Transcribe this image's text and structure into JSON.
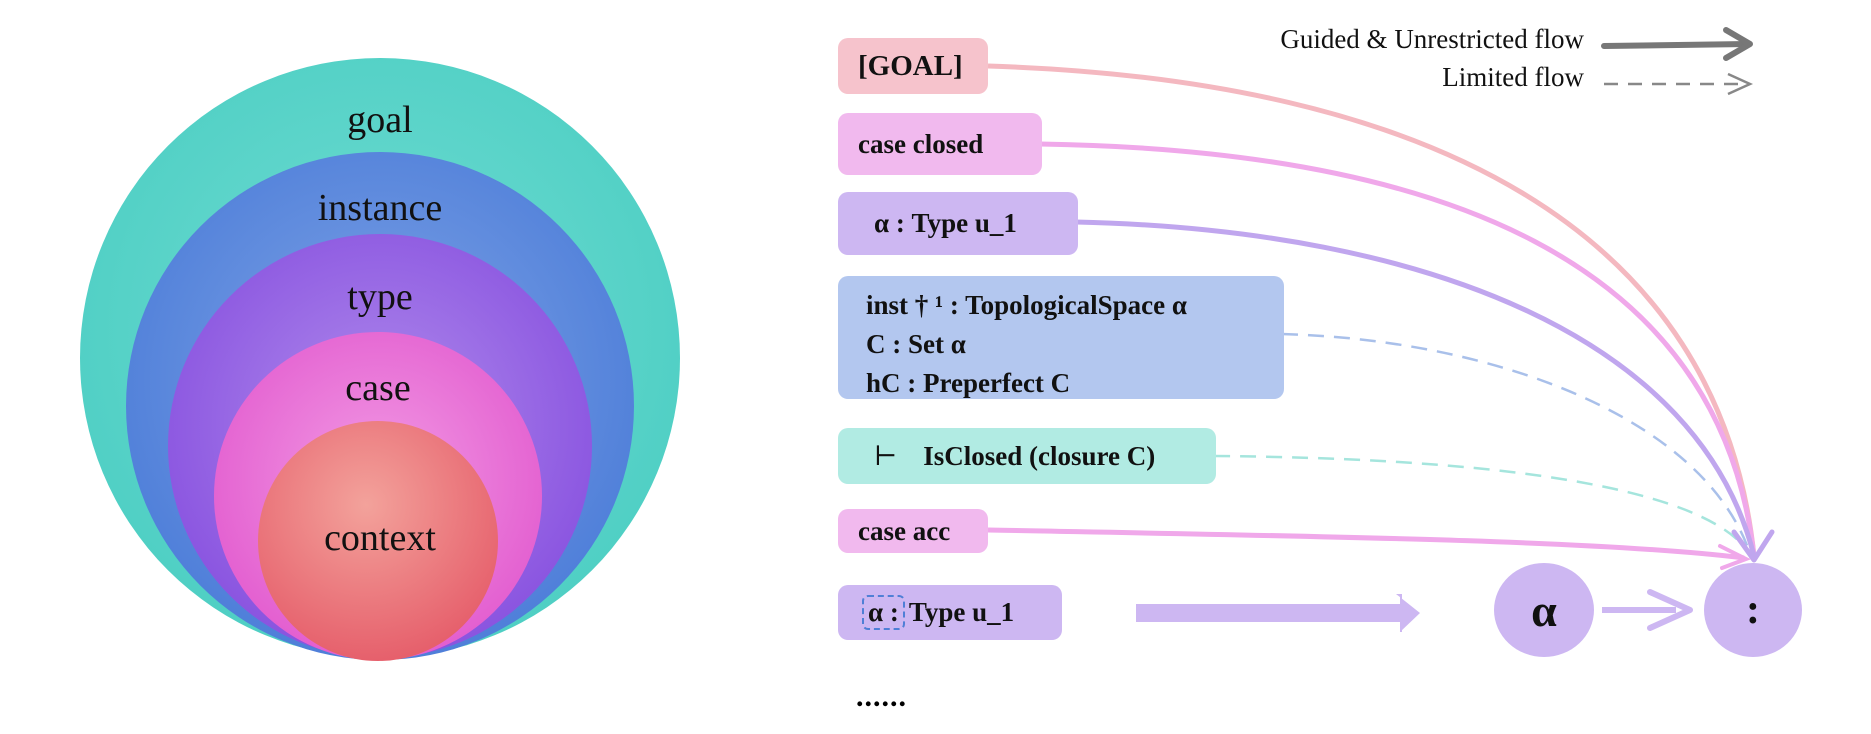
{
  "rings": [
    {
      "id": "goal",
      "label": "goal",
      "color_outer": "#4fcfc4",
      "color_inner": "#6fdcd2"
    },
    {
      "id": "instance",
      "label": "instance",
      "color_outer": "#4f7fd9",
      "color_inner": "#7fa3e6"
    },
    {
      "id": "type",
      "label": "type",
      "color_outer": "#8a54e0",
      "color_inner": "#b08cec"
    },
    {
      "id": "case",
      "label": "case",
      "color_outer": "#e35fd0",
      "color_inner": "#f29ae4"
    },
    {
      "id": "context",
      "label": "context",
      "color_outer": "#e6606c",
      "color_inner": "#f3a29b"
    }
  ],
  "boxes": {
    "goal": {
      "text": "[GOAL]",
      "color": "#f6c3cc"
    },
    "case_closed": {
      "text": "case closed",
      "color": "#f1b9ee"
    },
    "alpha_type": {
      "text": "α : Type u_1",
      "color": "#cdb7f2"
    },
    "context_block": {
      "lines": [
        "inst † ¹ : TopologicalSpace α",
        "C : Set α",
        "hC : Preperfect C"
      ],
      "color": "#b3c7ef"
    },
    "goal_stmt": {
      "turnstile": "⊢",
      "text": "IsClosed (closure C)",
      "color": "#b1ebe3"
    },
    "case_acc": {
      "text": "case acc",
      "color": "#f1b9ee"
    },
    "alpha_type_2": {
      "highlight": "α :",
      "rest": "Type u_1",
      "color": "#cdb7f2"
    }
  },
  "ellipsis": "......",
  "nodes": {
    "alpha": "α",
    "colon": ":"
  },
  "legend": {
    "solid_label": "Guided & Unrestricted flow",
    "dashed_label": "Limited flow",
    "line_color": "#777777"
  },
  "flow_colors": {
    "goal": "#f4b8c0",
    "case": "#f0a8ea",
    "type": "#c0a6ee",
    "context": "#a9c0ea",
    "goal_stmt": "#a5e5dd",
    "token": "#cdb7f2"
  }
}
